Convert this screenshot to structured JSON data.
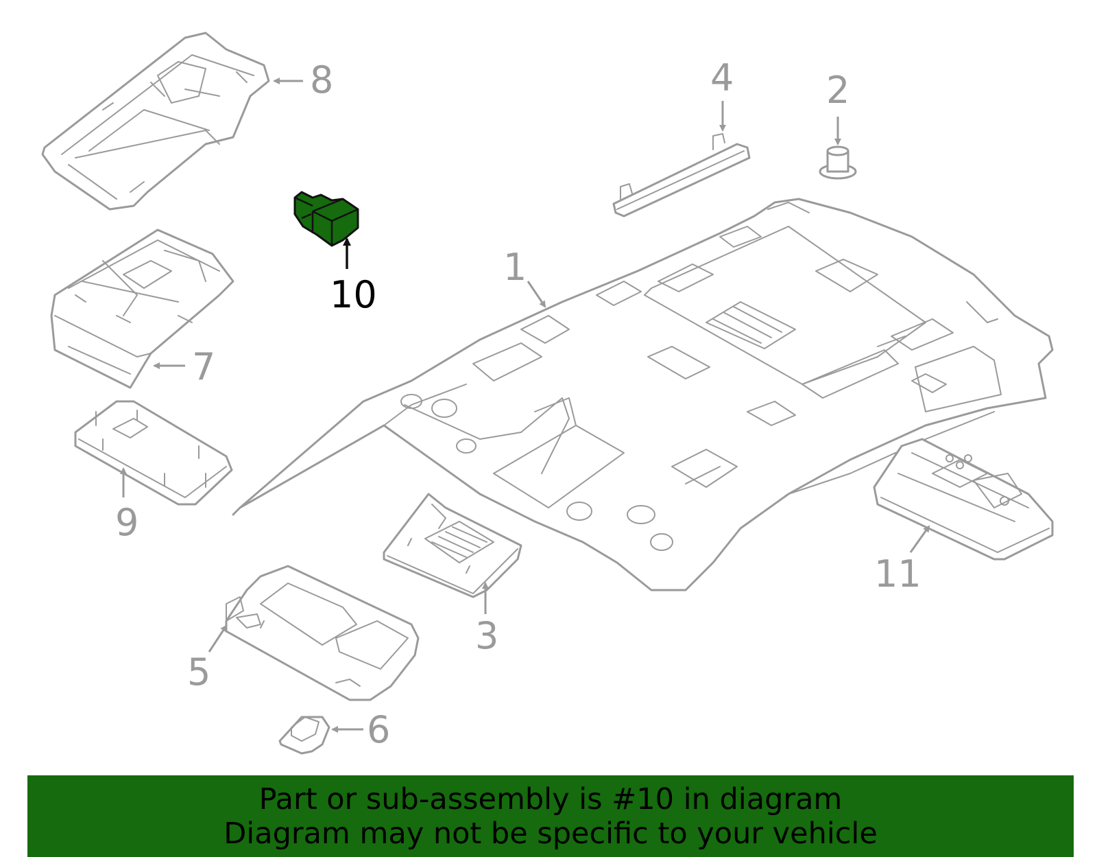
{
  "colors": {
    "highlight": "#156b0d",
    "outline": "#9a9a9a",
    "banner_bg": "#156b0d"
  },
  "highlighted_part": "10",
  "callouts": {
    "c1": "1",
    "c2": "2",
    "c3": "3",
    "c4": "4",
    "c5": "5",
    "c6": "6",
    "c7": "7",
    "c8": "8",
    "c9": "9",
    "c10": "10",
    "c11": "11"
  },
  "banner": {
    "line1": "Part or sub-assembly is #10 in diagram",
    "line2": "Diagram may not be specific to your vehicle"
  }
}
